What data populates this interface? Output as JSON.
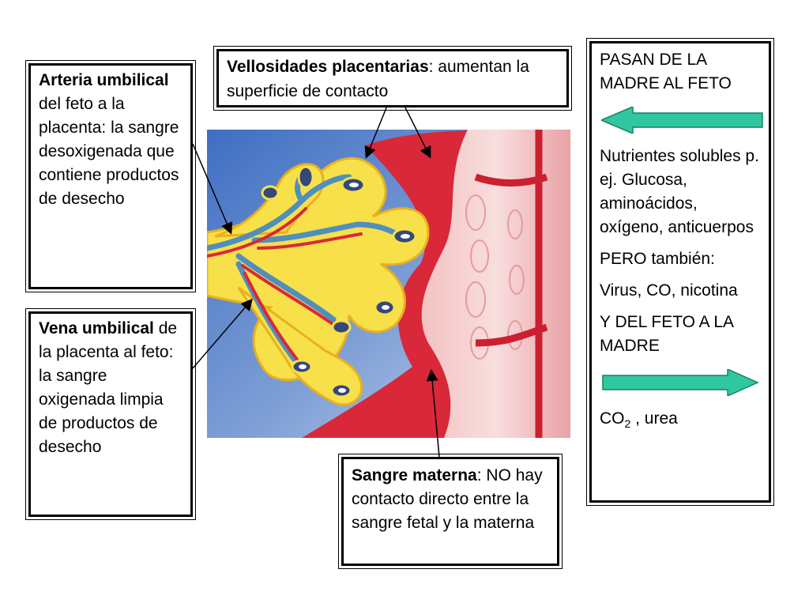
{
  "arteria_box": {
    "title": "Arteria umbilical",
    "text": " del feto a la placenta: la sangre desoxigenada que contiene productos de desecho"
  },
  "vena_box": {
    "title": "Vena umbilical",
    "text": " de la placenta al feto: la sangre oxigenada limpia de productos de desecho"
  },
  "vellosidades_box": {
    "title": "Vellosidades placentarias",
    "text": ": aumentan la superficie de contacto"
  },
  "sangre_box": {
    "title": "Sangre materna",
    "text": ": NO hay contacto directo entre la sangre fetal y la materna"
  },
  "pasan_box": {
    "heading": "PASAN DE LA MADRE AL FETO",
    "nutrients": "Nutrientes solubles p. ej. Glucosa, aminoácidos, oxígeno, anticuerpos",
    "pero": "PERO también:",
    "virus": "Virus, CO, nicotina",
    "feto_madre": "Y DEL FETO A LA MADRE",
    "co2_main": "CO",
    "co2_sub": "2",
    "co2_rest": " , urea"
  },
  "colors": {
    "arrow_fill": "#2fc7a0",
    "maternal_blood": "#d8283a",
    "villus_yellow": "#f7e04a",
    "vein_blue": "#4f8fbe",
    "background_blue": "#5c86c8"
  },
  "icons": {
    "left_arrow": "arrow-left-icon",
    "right_arrow": "arrow-right-icon"
  }
}
